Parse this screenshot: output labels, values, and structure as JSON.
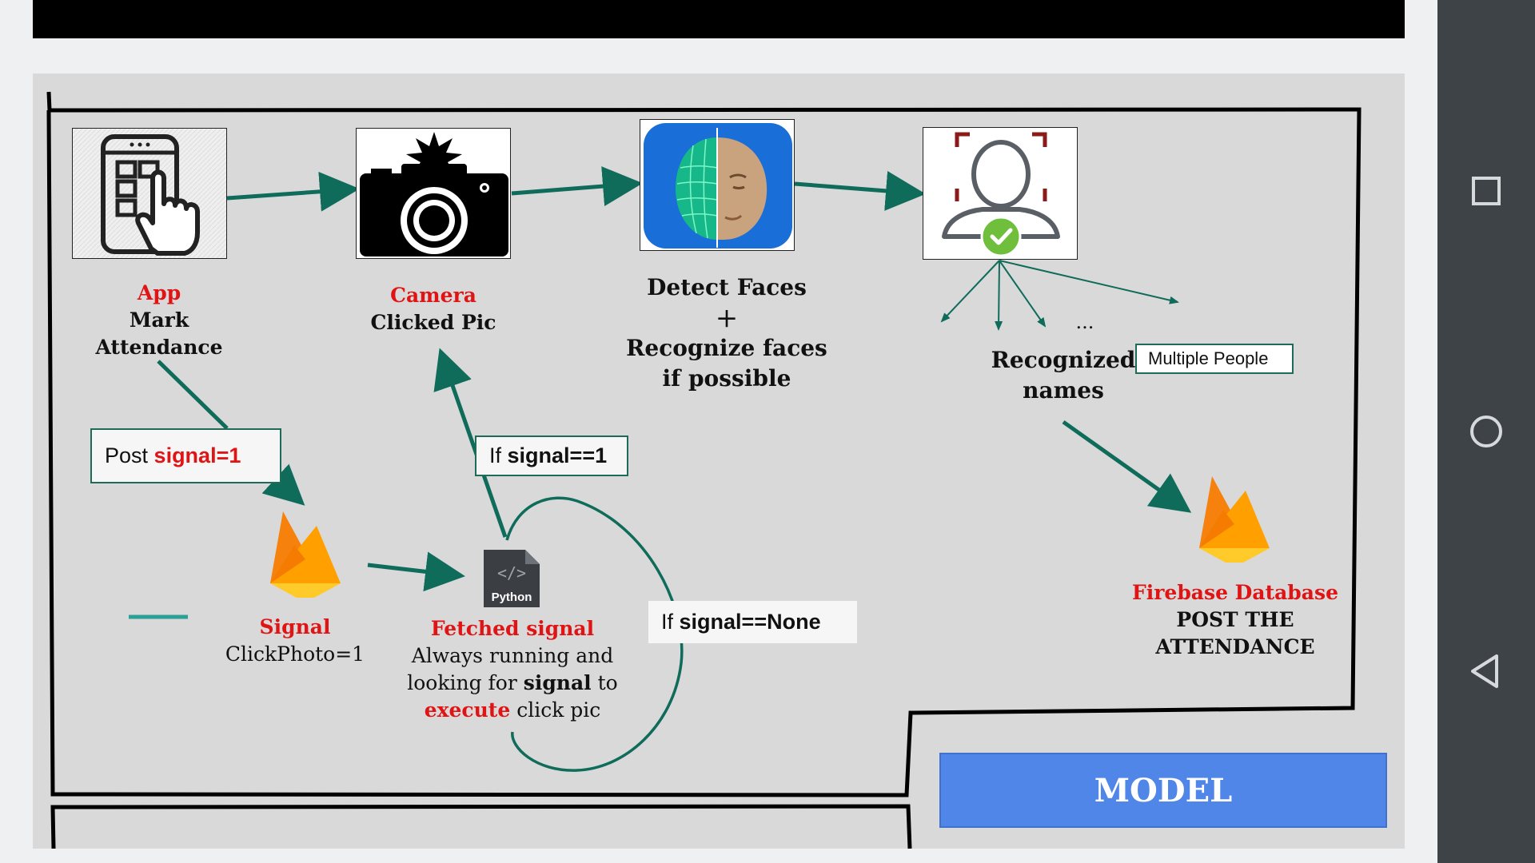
{
  "nodes": {
    "app": {
      "title": "App",
      "line1": "Mark",
      "line2": "Attendance"
    },
    "camera": {
      "title": "Camera",
      "line1": "Clicked Pic"
    },
    "detect": {
      "line1": "Detect Faces",
      "plus": "+",
      "line2": "Recognize faces",
      "line3": "if possible"
    },
    "recognized": {
      "dots": "...",
      "line1": "Recognized",
      "line2": "names",
      "tag": "Multiple People"
    },
    "signal": {
      "title": "Signal",
      "line1": "ClickPhoto=1"
    },
    "python": {
      "icon_text": "Python",
      "title": "Fetched signal",
      "line1": "Always running and",
      "line2_a": "looking for ",
      "line2_b": "signal",
      "line2_c": " to",
      "line3_a": "execute",
      "line3_b": " click pic"
    },
    "firebase": {
      "title": "Firebase Database",
      "line1": "POST THE",
      "line2": "ATTENDANCE"
    }
  },
  "boxes": {
    "post_signal": {
      "prefix": "Post ",
      "value": "signal=1"
    },
    "if_signal1": {
      "prefix": "If ",
      "value": "signal==1"
    },
    "if_signal_none": {
      "prefix": "If ",
      "value": "signal==None"
    }
  },
  "model_button": "MODEL",
  "icons": {
    "app": "tap-phone-icon",
    "camera": "camera-icon",
    "face": "face-scan-icon",
    "user": "verified-user-icon",
    "firebase": "firebase-flame-icon",
    "python": "python-file-icon"
  },
  "colors": {
    "arrow": "#0f6b5a",
    "accent_red": "#e01414",
    "model_blue": "#4f86e8",
    "nav_bar": "#3d4347"
  }
}
